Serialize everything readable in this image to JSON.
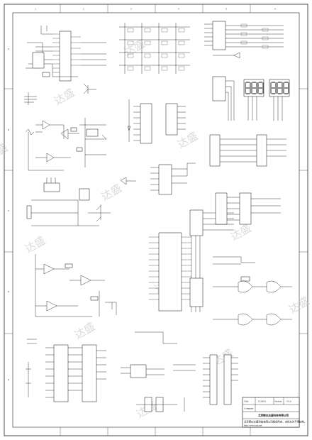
{
  "title_block": {
    "title_label": "Title",
    "title_value": "CC8051",
    "version_label": "Version",
    "version_value": "V3.0",
    "company_label": "Company",
    "company_value": "北京精仪达盛科技有限公司",
    "notice": "北京精仪达盛科技有限公司版权所有，未经允许不得仿制。",
    "website": "http://www.qnl.net"
  },
  "border_labels": {
    "top": [
      "1",
      "2",
      "3",
      "4",
      "5",
      "6"
    ],
    "left": [
      "A",
      "B",
      "C",
      "D",
      "E"
    ]
  },
  "watermark": "达盛",
  "colors": {
    "ink": "#111111",
    "paper": "#ffffff",
    "watermark": "#b8bcc2"
  }
}
